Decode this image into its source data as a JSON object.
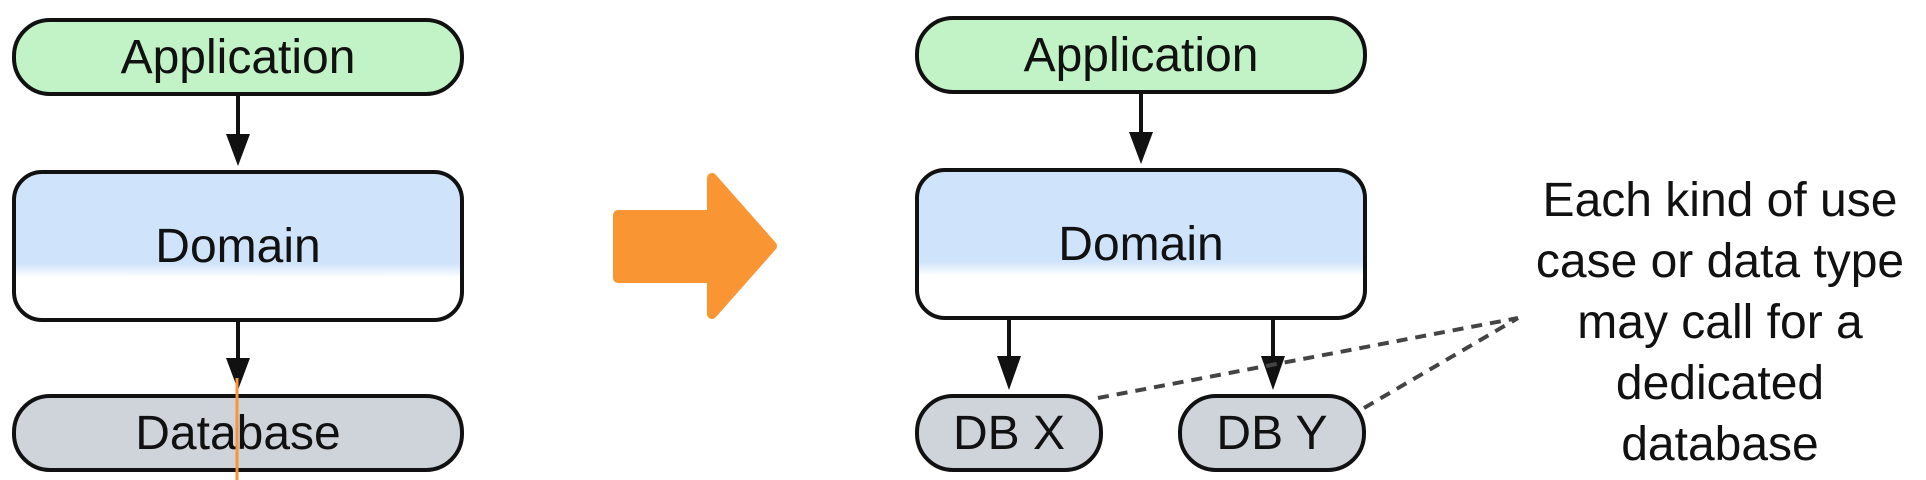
{
  "before": {
    "application_label": "Application",
    "domain_label": "Domain",
    "database_label": "Database"
  },
  "after": {
    "application_label": "Application",
    "domain_label": "Domain",
    "db_x_label": "DB X",
    "db_y_label": "DB Y"
  },
  "note": {
    "lines": [
      "Each kind of use",
      "case or data type",
      "may call for a",
      "dedicated",
      "database"
    ]
  },
  "colors": {
    "application_fill": "#c2f3c6",
    "domain_fill": "#cfe3fb",
    "database_fill": "#cfd4db",
    "transition_arrow": "#f99533",
    "outline": "#111111"
  }
}
